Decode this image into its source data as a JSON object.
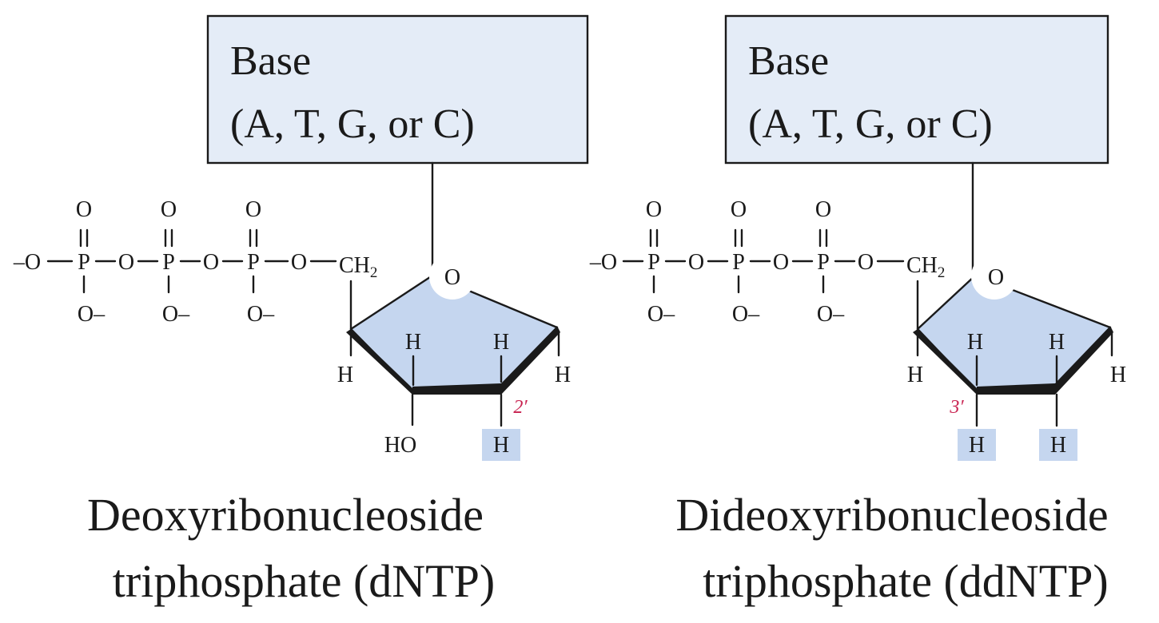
{
  "colors": {
    "base_box_fill": "#e4ecf7",
    "ring_fill": "#c5d6ef",
    "highlight_fill": "#c5d6ef",
    "locant_color": "#c8214f",
    "ink": "#1a1a1a"
  },
  "molecules": [
    {
      "id": "dntp",
      "base_line1": "Base",
      "base_line2": "(A, T, G, or C)",
      "caption_line1": "Deoxyribonucleoside",
      "caption_line2": "triphosphate (dNTP)",
      "phosphate": {
        "terminal_o": "–O",
        "bridge_o": "O",
        "p": "P",
        "double_o": "O",
        "single_o": "O–",
        "ch2_c": "CH",
        "ch2_sub": "2"
      },
      "ring": {
        "ring_o": "O",
        "c4_h": "H",
        "c3_h_top": "H",
        "c2_h_top": "H",
        "c1_h": "H",
        "c3_sub": "HO",
        "c2_sub": "H"
      },
      "locant": "2′"
    },
    {
      "id": "ddntp",
      "base_line1": "Base",
      "base_line2": "(A, T, G, or C)",
      "caption_line1": "Dideoxyribonucleoside",
      "caption_line2": "triphosphate (ddNTP)",
      "phosphate": {
        "terminal_o": "–O",
        "bridge_o": "O",
        "p": "P",
        "double_o": "O",
        "single_o": "O–",
        "ch2_c": "CH",
        "ch2_sub": "2"
      },
      "ring": {
        "ring_o": "O",
        "c4_h": "H",
        "c3_h_top": "H",
        "c2_h_top": "H",
        "c1_h": "H",
        "c3_sub": "H",
        "c2_sub": "H"
      },
      "locant": "3′"
    }
  ]
}
